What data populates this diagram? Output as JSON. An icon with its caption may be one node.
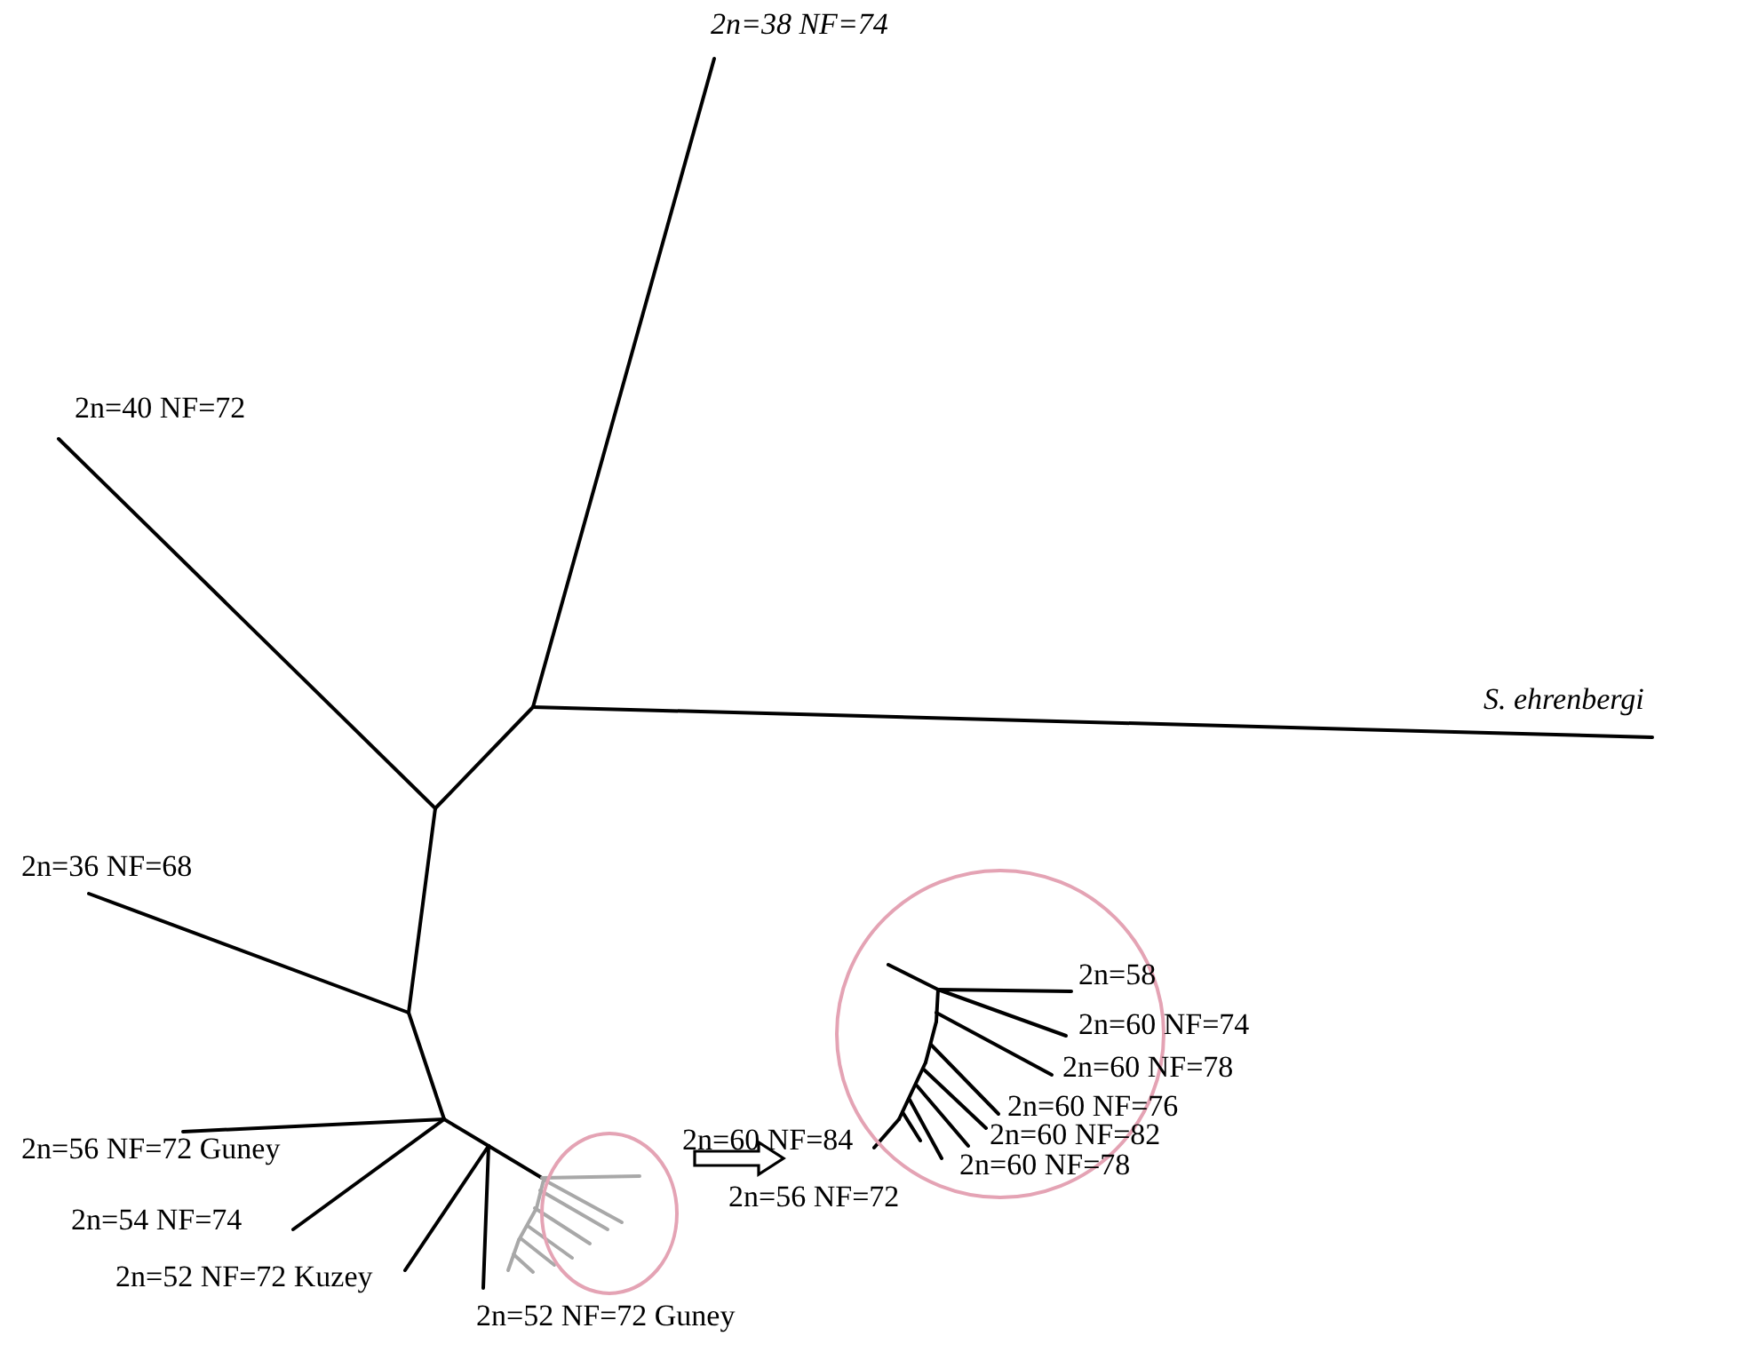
{
  "diagram": {
    "nodes": [
      {
        "text": [],
        "shape": "circle"
      },
      {
        "text": [],
        "shape": "circle"
      }
    ],
    "edges": [
      {
        "from": 0,
        "to": 1,
        "arrow": "to"
      }
    ],
    "labels": [
      "2n=38 NF=74",
      "2n=40 NF=72",
      "S. ehrenbergi",
      "2n=36 NF=68",
      "2n=58",
      "2n=60 NF=74",
      "2n=60 NF=78",
      "2n=60 NF=76",
      "2n=60 NF=82",
      "2n=60 NF=84",
      "2n=56 NF=72 Guney",
      "2n=60 NF=78",
      "2n=56 NF=72",
      "2n=54 NF=74",
      "2n=52 NF=72 Kuzey",
      "2n=52 NF=72 Guney"
    ]
  }
}
